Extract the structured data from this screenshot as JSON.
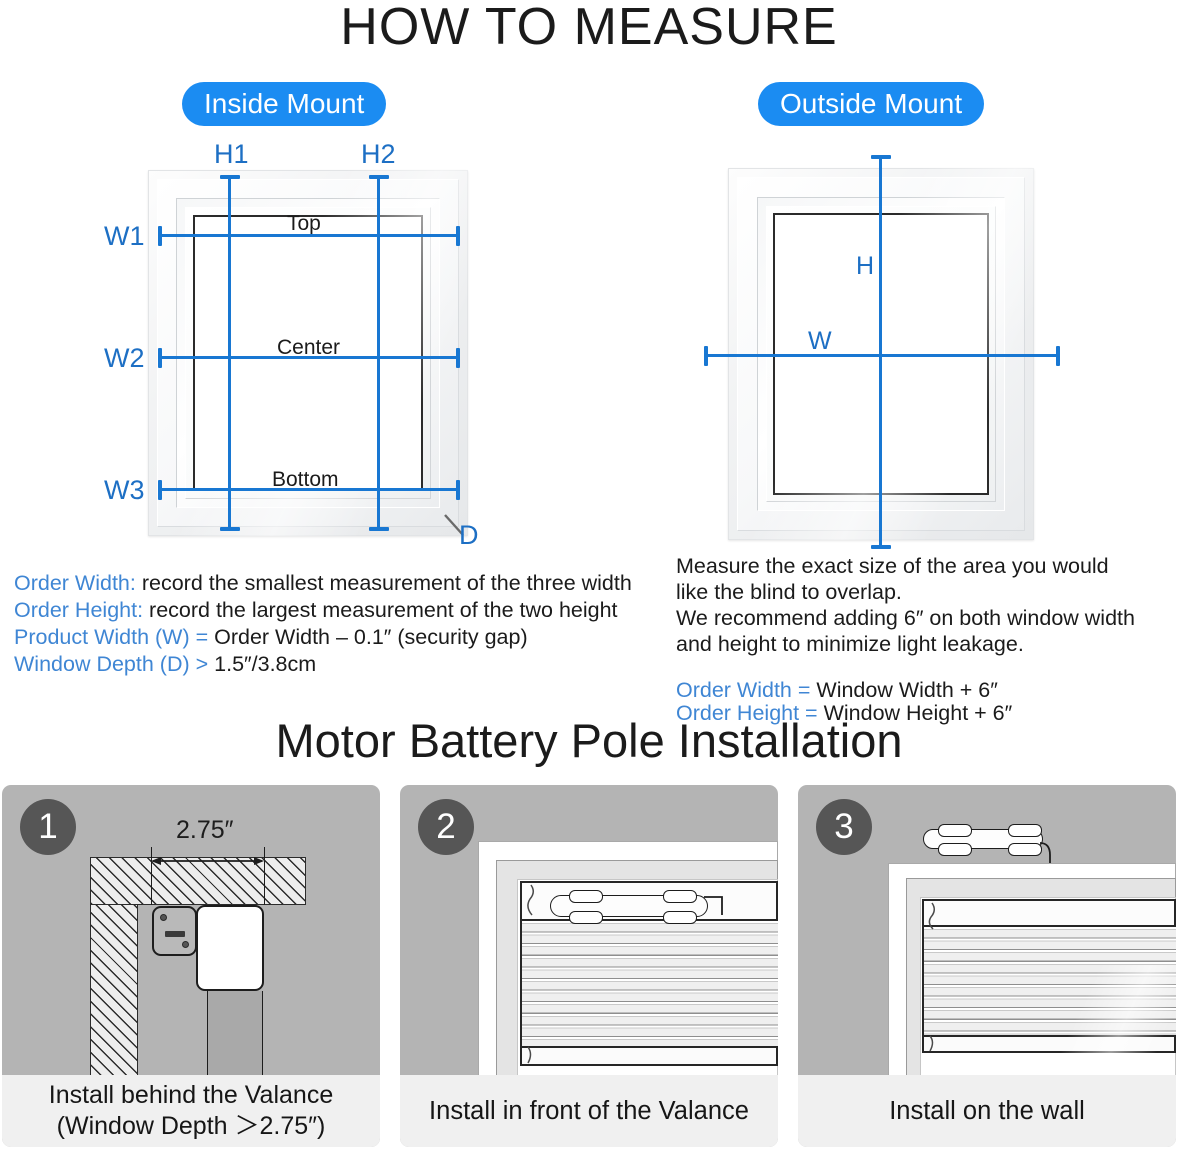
{
  "titles": {
    "main": "HOW TO MEASURE",
    "section": "Motor Battery Pole Installation"
  },
  "colors": {
    "accent_blue": "#1b8cf2",
    "dimension_blue": "#1877d2",
    "label_blue": "#3f86d4",
    "panel_gray": "#b4b4b4",
    "caption_gray": "#f0f0f0",
    "badge_gray": "#565656"
  },
  "inside_mount": {
    "pill_label": "Inside Mount",
    "height_labels": [
      "H1",
      "H2"
    ],
    "width_labels": [
      "W1",
      "W2",
      "W3"
    ],
    "row_labels": [
      "Top",
      "Center",
      "Bottom"
    ],
    "depth_label": "D",
    "notes": [
      {
        "key": "Order Width:",
        "value": "record the smallest measurement of the three width"
      },
      {
        "key": "Order Height:",
        "value": "record the largest measurement of the two height"
      },
      {
        "key": "Product Width (W) =",
        "value": "Order Width – 0.1″ (security gap)"
      },
      {
        "key": "Window Depth (D) >",
        "value": "1.5″/3.8cm"
      }
    ]
  },
  "outside_mount": {
    "pill_label": "Outside Mount",
    "height_label": "H",
    "width_label": "W",
    "notes": [
      {
        "key": "",
        "value": "Measure the exact size of the area you would"
      },
      {
        "key": "",
        "value": "like the blind to overlap."
      },
      {
        "key": "",
        "value": "We recommend adding 6″ on both window width"
      },
      {
        "key": "",
        "value": "and height to minimize light leakage."
      },
      {
        "key": "Order Width =",
        "value": "Window Width + 6″"
      },
      {
        "key": "Order Height =",
        "value": "Window Height + 6″"
      }
    ]
  },
  "install_steps": [
    {
      "number": "1",
      "dimension": "2.75″",
      "caption_line1": "Install behind the Valance",
      "caption_line2": "(Window Depth ＞2.75″)"
    },
    {
      "number": "2",
      "dimension": "",
      "caption_line1": "Install in front of the Valance",
      "caption_line2": ""
    },
    {
      "number": "3",
      "dimension": "",
      "caption_line1": "Install on the wall",
      "caption_line2": ""
    }
  ]
}
